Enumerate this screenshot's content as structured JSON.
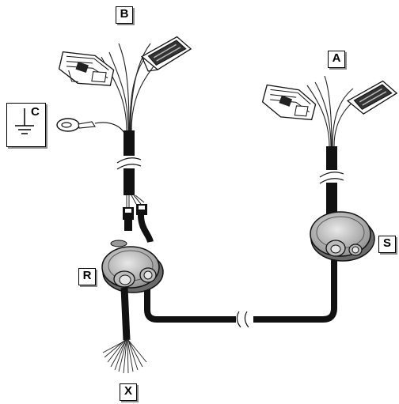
{
  "labels": {
    "a": "A",
    "b": "B",
    "c": "C",
    "r": "R",
    "s": "S",
    "x": "X"
  },
  "colors": {
    "cable": "#111111",
    "grommet_fill": "#c8c8c8",
    "shadow": "#8a8a8a"
  },
  "icons": [
    "ground-symbol-icon",
    "connector-icon",
    "ring-terminal-icon",
    "grommet-icon",
    "break-mark-icon"
  ]
}
